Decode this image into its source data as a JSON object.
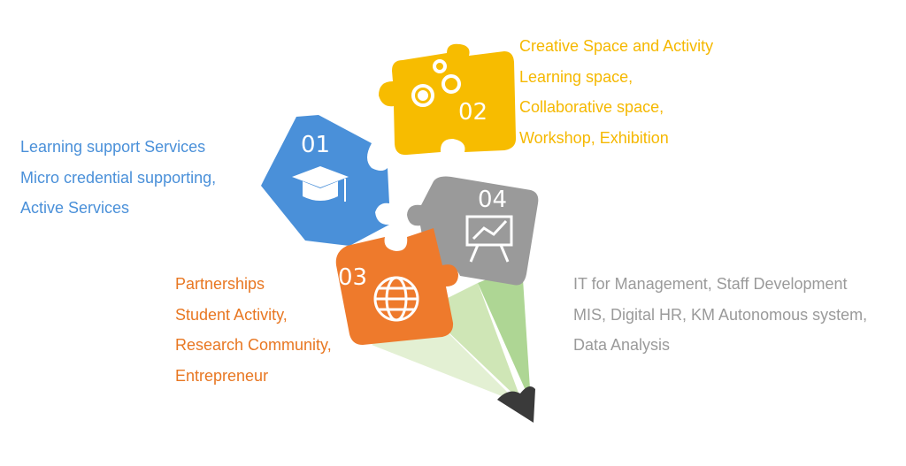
{
  "groups": {
    "g1": {
      "lines": [
        "Learning support Services",
        "Micro credential supporting,",
        "Active Services"
      ],
      "color": "#4a90d9",
      "number": "01",
      "icon": "graduation-cap-icon"
    },
    "g2": {
      "lines": [
        "Creative Space and Activity",
        "Learning space,",
        "Collaborative space,",
        "Workshop, Exhibition"
      ],
      "color": "#f5b800",
      "number": "02",
      "icon": "gears-icon"
    },
    "g3": {
      "lines": [
        "Partnerships",
        "Student Activity,",
        "Research Community,",
        "Entrepreneur"
      ],
      "color": "#e87722",
      "number": "03",
      "icon": "globe-icon"
    },
    "g4": {
      "lines": [
        "IT for Management, Staff Development",
        "MIS, Digital HR, KM Autonomous system,",
        "Data Analysis"
      ],
      "color": "#9a9a9a",
      "number": "04",
      "icon": "presentation-board-icon"
    }
  }
}
